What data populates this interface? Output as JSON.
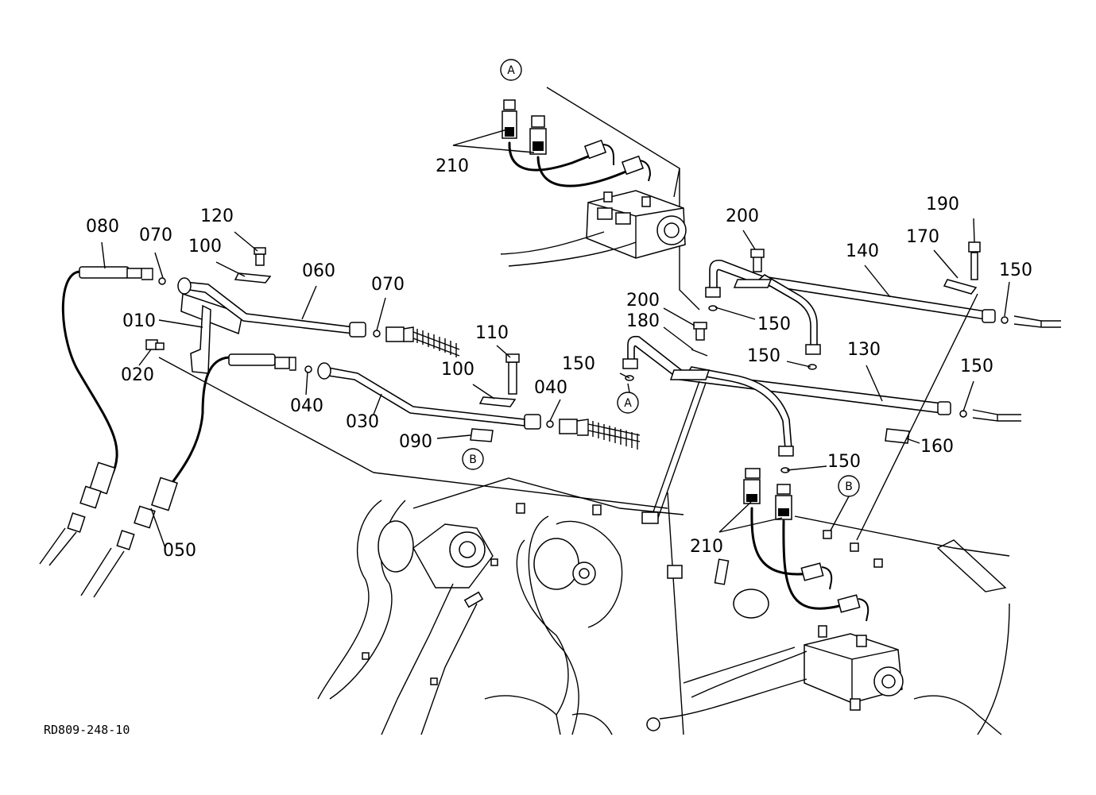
{
  "callouts": [
    {
      "id": "a-top",
      "text": "A"
    },
    {
      "id": "210-top",
      "text": "210"
    },
    {
      "id": "080",
      "text": "080"
    },
    {
      "id": "070-left",
      "text": "070"
    },
    {
      "id": "120",
      "text": "120"
    },
    {
      "id": "100-upper",
      "text": "100"
    },
    {
      "id": "060",
      "text": "060"
    },
    {
      "id": "070-mid",
      "text": "070"
    },
    {
      "id": "010",
      "text": "010"
    },
    {
      "id": "020",
      "text": "020"
    },
    {
      "id": "110",
      "text": "110"
    },
    {
      "id": "100-lower",
      "text": "100"
    },
    {
      "id": "040-right",
      "text": "040"
    },
    {
      "id": "040-left",
      "text": "040"
    },
    {
      "id": "030",
      "text": "030"
    },
    {
      "id": "090",
      "text": "090"
    },
    {
      "id": "b-left",
      "text": "B"
    },
    {
      "id": "050",
      "text": "050"
    },
    {
      "id": "200-top",
      "text": "200"
    },
    {
      "id": "190",
      "text": "190"
    },
    {
      "id": "170",
      "text": "170"
    },
    {
      "id": "140",
      "text": "140"
    },
    {
      "id": "150-top-right",
      "text": "150"
    },
    {
      "id": "200-mid",
      "text": "200"
    },
    {
      "id": "180",
      "text": "180"
    },
    {
      "id": "150-mid",
      "text": "150"
    },
    {
      "id": "150-left",
      "text": "150"
    },
    {
      "id": "a-mid",
      "text": "A"
    },
    {
      "id": "150-center",
      "text": "150"
    },
    {
      "id": "130",
      "text": "130"
    },
    {
      "id": "150-right",
      "text": "150"
    },
    {
      "id": "150-lower",
      "text": "150"
    },
    {
      "id": "b-right",
      "text": "B"
    },
    {
      "id": "160",
      "text": "160"
    },
    {
      "id": "210-bottom",
      "text": "210"
    }
  ],
  "drawing_code": "RD809-248-10"
}
